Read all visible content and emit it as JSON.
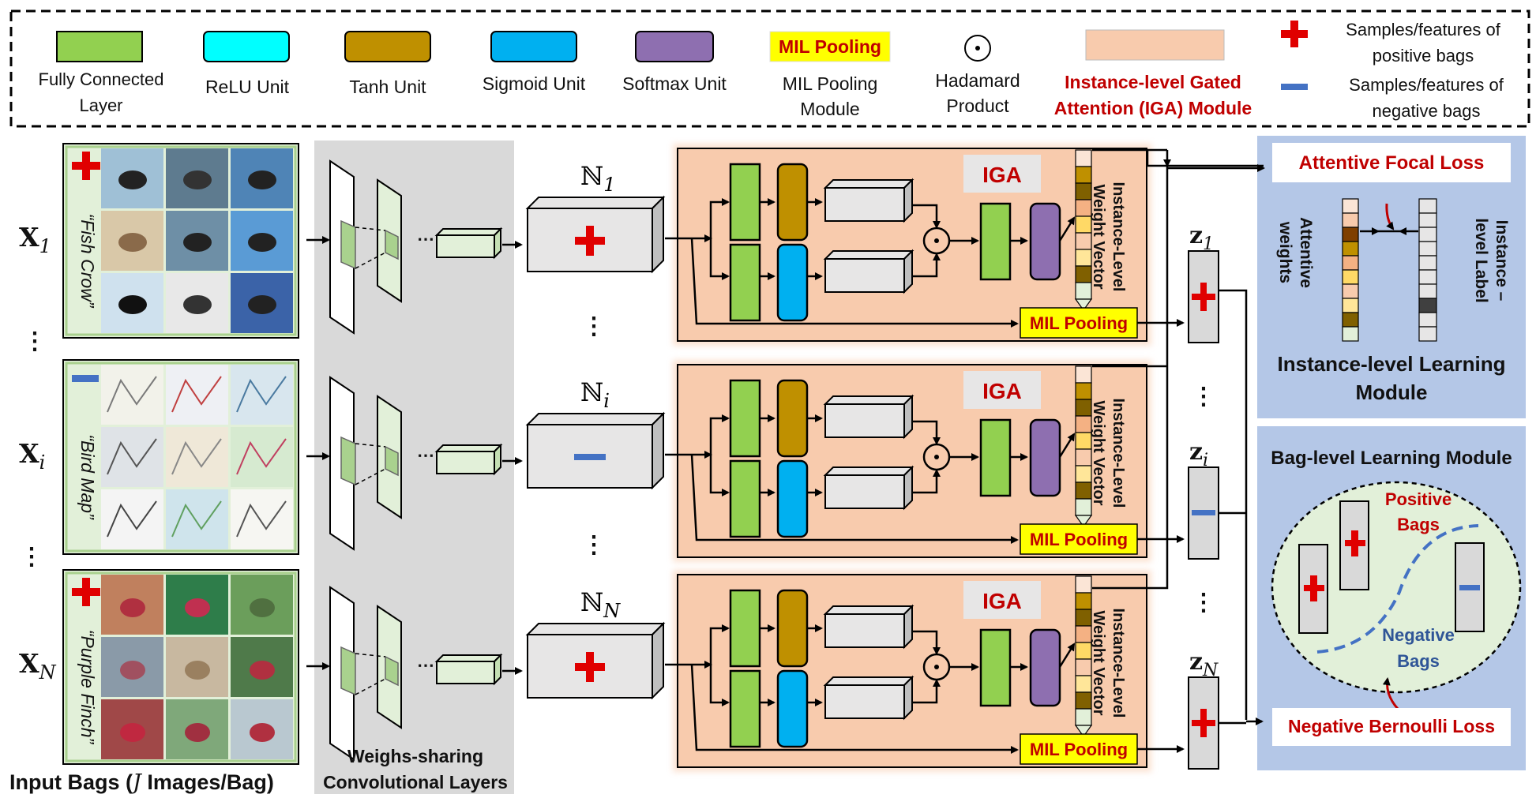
{
  "legend": {
    "fc": "Fully Connected\nLayer",
    "relu": "ReLU Unit",
    "tanh": "Tanh Unit",
    "sigmoid": "Sigmoid Unit",
    "softmax": "Softmax Unit",
    "mil_box": "MIL Pooling",
    "mil_module": "MIL Pooling\nModule",
    "hadamard": "Hadamard\nProduct",
    "iga": "Instance-level Gated\nAttention (IGA) Module",
    "pos": "Samples/features of\npositive bags",
    "neg": "Samples/features of\nnegative bags"
  },
  "colors": {
    "fc": "#92d050",
    "relu": "#00ffff",
    "tanh": "#bf9000",
    "sigmoid": "#00b0f0",
    "softmax": "#8e6fb0",
    "mil": "#ffff00",
    "iga_bg": "#f8cbad",
    "pos": "#e00000",
    "neg": "#4472c4",
    "module_bg": "#b4c7e7",
    "conv_bg": "#d9d9d9"
  },
  "bags": [
    {
      "var": "X",
      "sub": "1",
      "label": "“Fish Crow”",
      "sign": "+"
    },
    {
      "var": "X",
      "sub": "i",
      "label": "“Bird Map”",
      "sign": "−"
    },
    {
      "var": "X",
      "sub": "N",
      "label": "“Purple Finch”",
      "sign": "+"
    }
  ],
  "features": [
    {
      "sym": "ℕ",
      "sub": "1"
    },
    {
      "sym": "ℕ",
      "sub": "i"
    },
    {
      "sym": "ℕ",
      "sub": "N"
    }
  ],
  "z": [
    {
      "sym": "z",
      "sub": "1"
    },
    {
      "sym": "z",
      "sub": "i"
    },
    {
      "sym": "z",
      "sub": "N"
    }
  ],
  "iga_label": "IGA",
  "mil_pooling": "MIL Pooling",
  "weight_vector": "Instance-Level\nWeight Vector",
  "input_bags_caption": "Input Bags (",
  "input_bags_j": "J",
  "input_bags_rest": " Images/Bag)",
  "conv_caption": "Weighs-sharing\nConvolutional Layers",
  "instance_module": {
    "loss": "Attentive Focal Loss",
    "weights": "Attentive\nweights",
    "label": "Instance –\nlevel Label",
    "title": "Instance-level  Learning\nModule"
  },
  "bag_module": {
    "title": "Bag-level Learning Module",
    "positive": "Positive\nBags",
    "negative": "Negative\nBags",
    "loss": "Negative Bernoulli Loss"
  }
}
